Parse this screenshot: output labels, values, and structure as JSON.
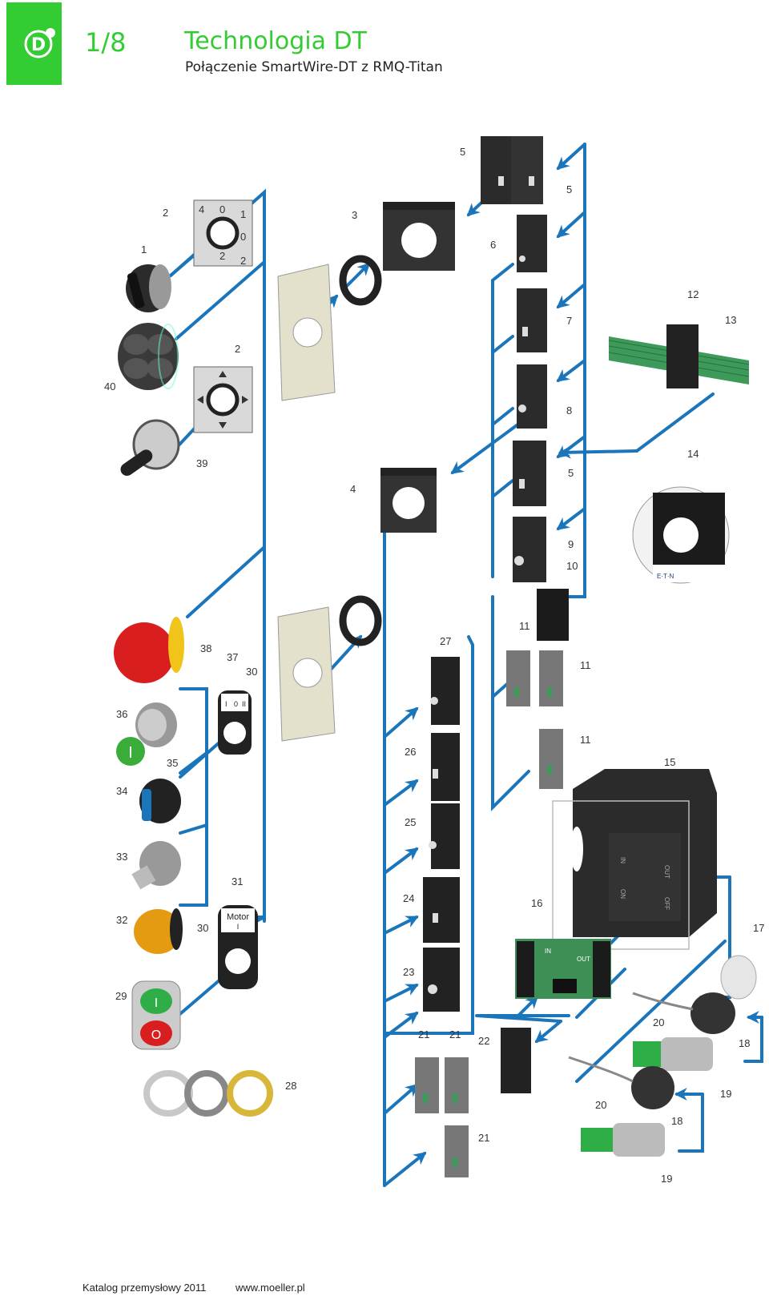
{
  "header": {
    "logo_letter": "D",
    "section_number": "1/8",
    "title": "Technologia DT",
    "subtitle": "Połączenie SmartWire-DT z RMQ-Titan"
  },
  "colors": {
    "brand_green": "#33cc33",
    "connector_blue": "#1b75bb",
    "component_dark": "#2b2b2b",
    "ribbon_green": "#3d9a5a"
  },
  "parts": [
    {
      "id": "p1",
      "label": "1"
    },
    {
      "id": "p2a",
      "label": "2"
    },
    {
      "id": "p2b",
      "label": "2"
    },
    {
      "id": "p3",
      "label": "3"
    },
    {
      "id": "p4",
      "label": "4"
    },
    {
      "id": "p5a",
      "label": "5"
    },
    {
      "id": "p5b",
      "label": "5"
    },
    {
      "id": "p5c",
      "label": "5"
    },
    {
      "id": "p6",
      "label": "6"
    },
    {
      "id": "p7",
      "label": "7"
    },
    {
      "id": "p8",
      "label": "8"
    },
    {
      "id": "p9",
      "label": "9"
    },
    {
      "id": "p10",
      "label": "10"
    },
    {
      "id": "p11a",
      "label": "11"
    },
    {
      "id": "p11b",
      "label": "11"
    },
    {
      "id": "p11c",
      "label": "11"
    },
    {
      "id": "p12",
      "label": "12"
    },
    {
      "id": "p13",
      "label": "13"
    },
    {
      "id": "p14",
      "label": "14"
    },
    {
      "id": "p15",
      "label": "15"
    },
    {
      "id": "p16",
      "label": "16"
    },
    {
      "id": "p17",
      "label": "17"
    },
    {
      "id": "p18a",
      "label": "18"
    },
    {
      "id": "p18b",
      "label": "18"
    },
    {
      "id": "p19a",
      "label": "19"
    },
    {
      "id": "p19b",
      "label": "19"
    },
    {
      "id": "p20a",
      "label": "20"
    },
    {
      "id": "p20b",
      "label": "20"
    },
    {
      "id": "p21a",
      "label": "21"
    },
    {
      "id": "p21b",
      "label": "21"
    },
    {
      "id": "p21c",
      "label": "21"
    },
    {
      "id": "p22",
      "label": "22"
    },
    {
      "id": "p23",
      "label": "23"
    },
    {
      "id": "p24",
      "label": "24"
    },
    {
      "id": "p25",
      "label": "25"
    },
    {
      "id": "p26",
      "label": "26"
    },
    {
      "id": "p27",
      "label": "27"
    },
    {
      "id": "p28",
      "label": "28"
    },
    {
      "id": "p29",
      "label": "29"
    },
    {
      "id": "p30a",
      "label": "30"
    },
    {
      "id": "p30b",
      "label": "30"
    },
    {
      "id": "p31",
      "label": "31"
    },
    {
      "id": "p32",
      "label": "32"
    },
    {
      "id": "p33",
      "label": "33"
    },
    {
      "id": "p34",
      "label": "34"
    },
    {
      "id": "p35",
      "label": "35"
    },
    {
      "id": "p36",
      "label": "36"
    },
    {
      "id": "p37",
      "label": "37"
    },
    {
      "id": "p38",
      "label": "38"
    },
    {
      "id": "p39",
      "label": "39"
    },
    {
      "id": "p40",
      "label": "40"
    }
  ],
  "selector_plate_a": {
    "t4": "4",
    "t0": "0",
    "t1": "1",
    "b2": "2",
    "b0": "0",
    "b2r": "2"
  },
  "legend_plate_37": {
    "left": "I",
    "mid": "0",
    "right": "II"
  },
  "legend_plate_31": {
    "line1": "Motor",
    "line2": "I"
  },
  "module_16": {
    "in": "IN",
    "out": "OUT",
    "on": "ON",
    "off": "OFF"
  },
  "button_29": {
    "top": "I",
    "bottom": "O"
  },
  "button_35": {
    "symbol": "I"
  },
  "footer": {
    "catalog": "Katalog przemysłowy 2011",
    "url": "www.moeller.pl"
  }
}
